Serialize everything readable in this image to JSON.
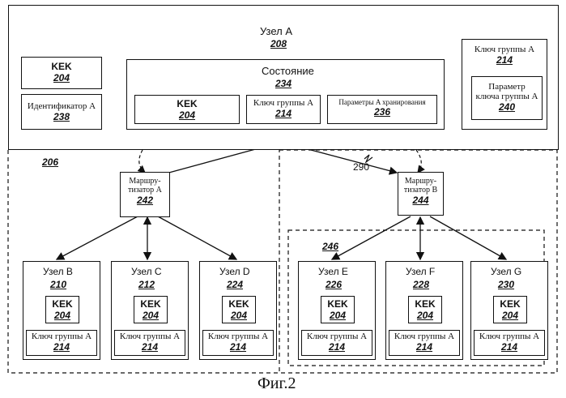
{
  "node_a": {
    "title": "Узел A",
    "number": "208"
  },
  "kek": {
    "label": "KEK",
    "number": "204"
  },
  "identifier": {
    "label": "Идентификатор A",
    "number": "238"
  },
  "state": {
    "label": "Состояние",
    "number": "234"
  },
  "group_key": {
    "label": "Ключ группы A",
    "number": "214"
  },
  "storage_params": {
    "label": "Параметры A хранирования",
    "number": "236"
  },
  "right_panel": {
    "group_key_label": "Ключ группы A",
    "group_key_number": "214",
    "param_line1": "Параметр",
    "param_line2": "ключа группы A",
    "param_number": "240"
  },
  "region_left": {
    "number": "206"
  },
  "region_right": {
    "number": "246"
  },
  "link": {
    "number": "290"
  },
  "router_a": {
    "line1": "Маршру-",
    "line2": "тизатор A",
    "number": "242"
  },
  "router_b": {
    "line1": "Маршру-",
    "line2": "тизатор B",
    "number": "244"
  },
  "nodes": [
    {
      "title": "Узел B",
      "number": "210"
    },
    {
      "title": "Узел C",
      "number": "212"
    },
    {
      "title": "Узел D",
      "number": "224"
    },
    {
      "title": "Узел E",
      "number": "226"
    },
    {
      "title": "Узел F",
      "number": "228"
    },
    {
      "title": "Узел G",
      "number": "230"
    }
  ],
  "caption": "Фиг.2"
}
